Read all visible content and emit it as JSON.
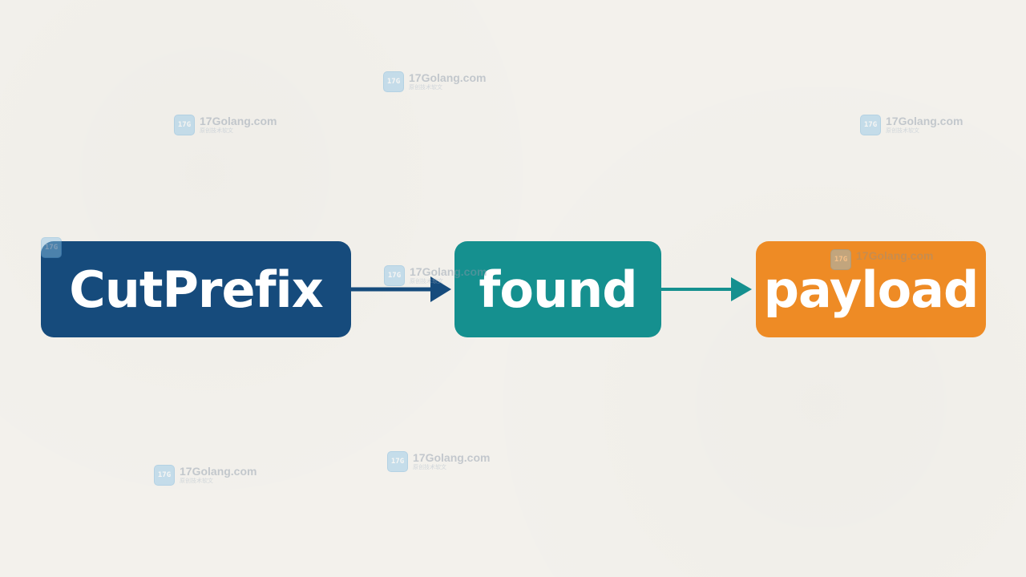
{
  "diagram": {
    "nodes": [
      {
        "id": "cutprefix",
        "label": "CutPrefix",
        "color": "#164b7c"
      },
      {
        "id": "found",
        "label": "found",
        "color": "#15908f"
      },
      {
        "id": "payload",
        "label": "payload",
        "color": "#ee8b25"
      }
    ],
    "edges": [
      {
        "from": "cutprefix",
        "to": "found",
        "color": "#164b7c"
      },
      {
        "from": "found",
        "to": "payload",
        "color": "#15908f"
      }
    ]
  },
  "watermark": {
    "site": "17Golang.com",
    "tagline": "原创技术软文",
    "icon": "17golang-logo-icon",
    "logo_text": "17G"
  }
}
